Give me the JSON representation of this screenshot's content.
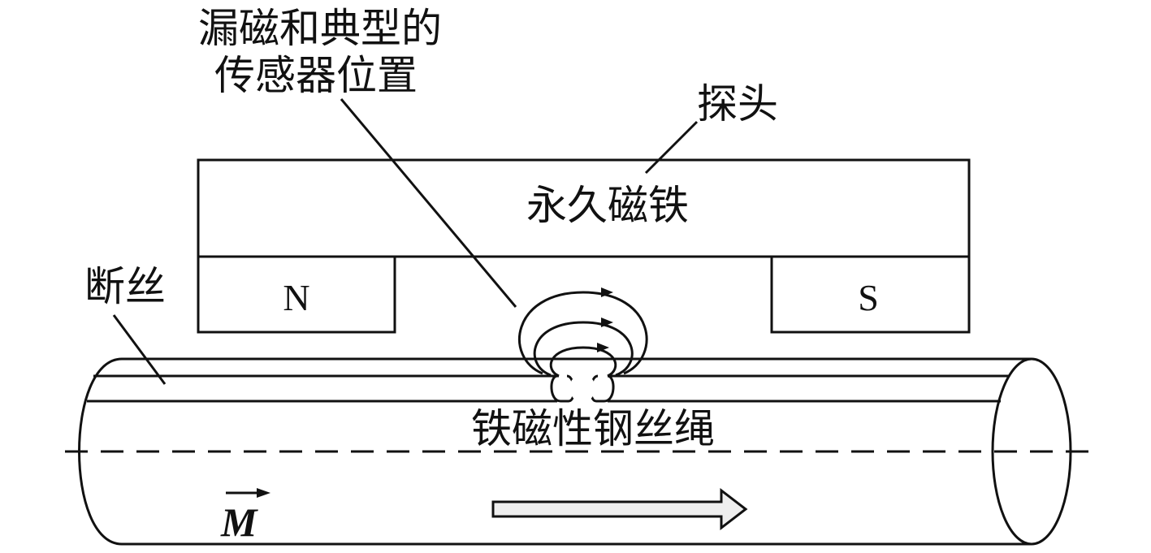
{
  "labels": {
    "leakage_sensor_line1": "漏磁和典型的",
    "leakage_sensor_line2": "传感器位置",
    "probe": "探头",
    "permanent_magnet": "永久磁铁",
    "north_pole": "N",
    "south_pole": "S",
    "broken_wire": "断丝",
    "ferromagnetic_rope": "铁磁性钢丝绳",
    "magnetization": "M"
  }
}
